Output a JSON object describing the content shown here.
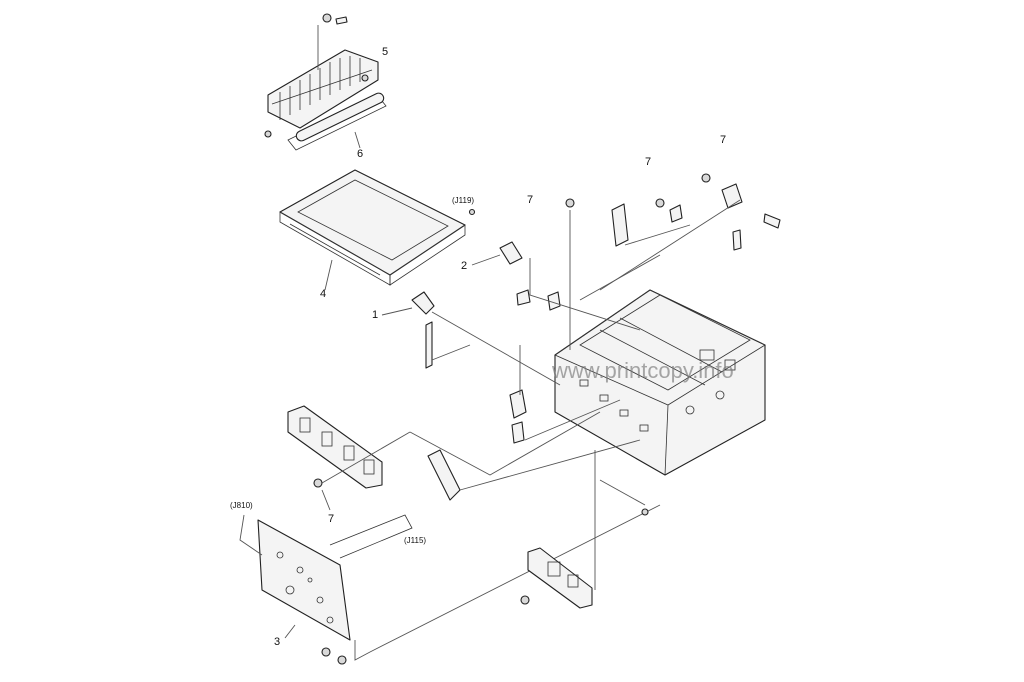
{
  "watermark": "www.printcopy.info",
  "callouts": {
    "c1": "1",
    "c2": "2",
    "c3": "3",
    "c4": "4",
    "c5": "5",
    "c6": "6",
    "c7a": "7",
    "c7b": "7",
    "c7c": "7",
    "c7d": "7"
  },
  "connectors": {
    "j119": "(J119)",
    "j810": "(J810)",
    "j115": "(J115)"
  }
}
